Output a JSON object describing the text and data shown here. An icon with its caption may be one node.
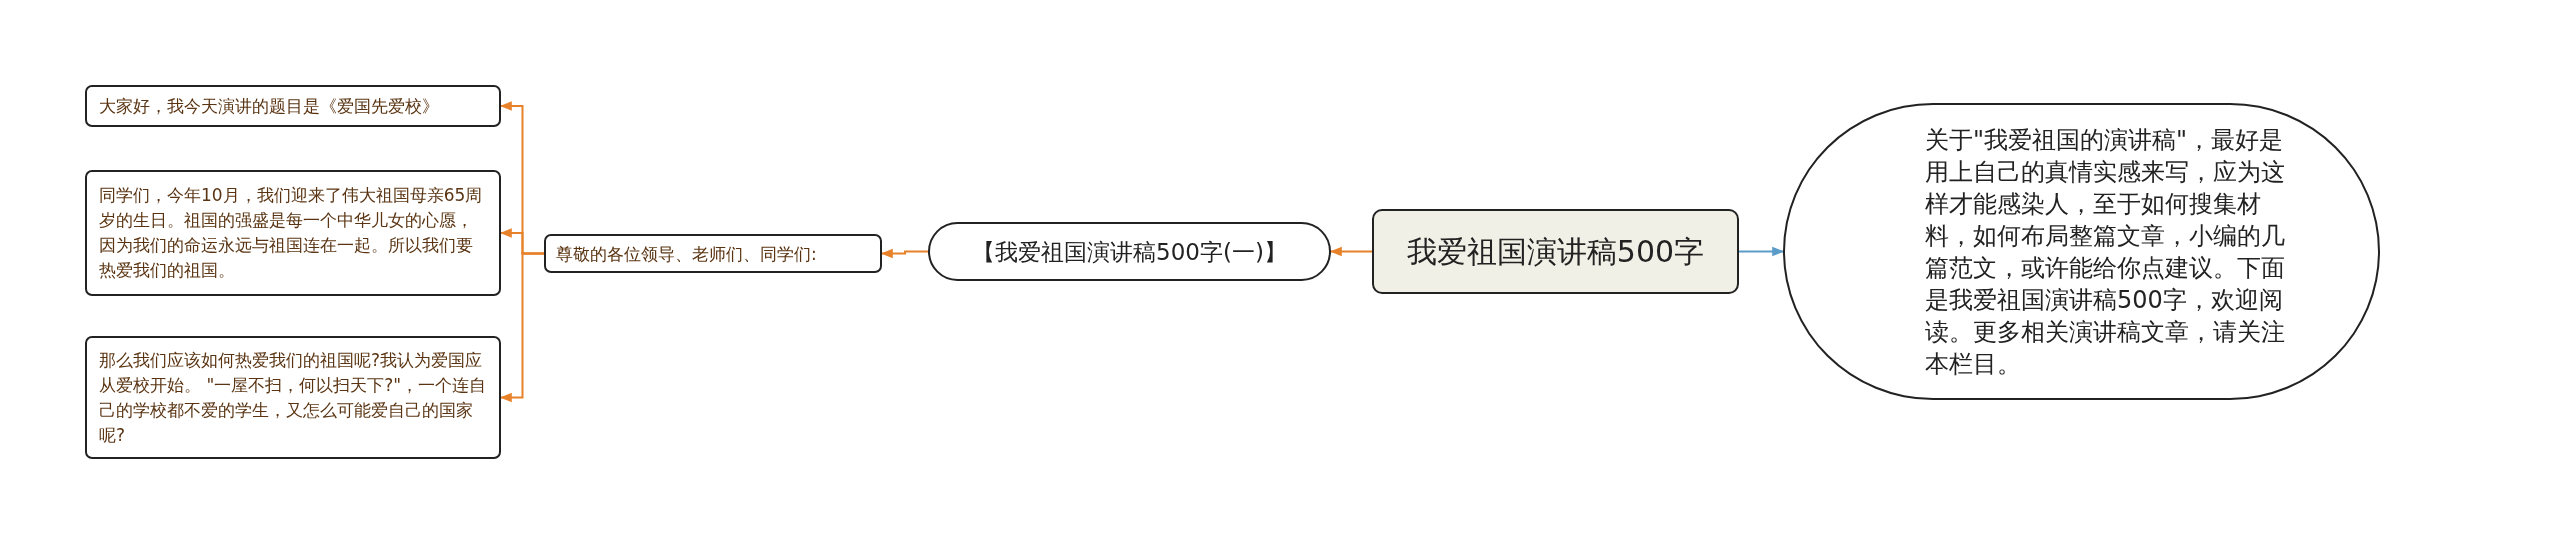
{
  "diagram": {
    "nodes": [
      {
        "text": [
          "我爱祖国演讲稿500字"
        ]
      },
      {
        "text": [
          "关于\"我爱祖国的演讲稿\"，最好是用上自己的真情实感来写，应为这样才能感染人，至于如何搜集材料，如何布局整篇文章，小编的几篇范文，或许能给你点建议。下面是我爱祖国演讲稿500字，欢迎阅读。更多相关演讲稿文章，请关注本栏目。"
        ]
      },
      {
        "text": [
          "【我爱祖国演讲稿500字(一)】"
        ]
      },
      {
        "text": [
          "尊敬的各位领导、老师们、同学们:"
        ]
      },
      {
        "text": [
          "大家好，我今天演讲的题目是《爱国先爱校》"
        ]
      },
      {
        "text": [
          "同学们，今年10月，我们迎来了伟大祖国母亲65周岁的生日。祖国的强盛是每一个中华儿女的心愿，因为我们的命运永远与祖国连在一起。所以我们要热爱我们的祖国。"
        ]
      },
      {
        "text": [
          "那么我们应该如何热爱我们的祖国呢?我认为爱国应从爱校开始。 \"一屋不扫，何以扫天下?\"，一个连自己的学校都不爱的学生，又怎么可能爱自己的国家呢?"
        ]
      }
    ],
    "edges": [
      {
        "from": 0,
        "to": 1,
        "arrow": "to",
        "color": "#5b9bc8"
      },
      {
        "from": 0,
        "to": 2,
        "arrow": "to"
      },
      {
        "from": 2,
        "to": 3,
        "arrow": "to"
      },
      {
        "from": 3,
        "to": 4,
        "arrow": "to"
      },
      {
        "from": 3,
        "to": 5,
        "arrow": "to"
      },
      {
        "from": 3,
        "to": 6,
        "arrow": "to"
      }
    ]
  }
}
